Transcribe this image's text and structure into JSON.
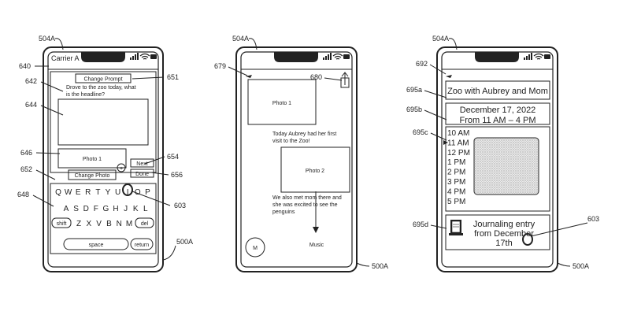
{
  "ref_labels": {
    "device_left": "504A",
    "device_mid": "504A",
    "device_right": "504A",
    "frame_left": "500A",
    "frame_mid": "500A",
    "frame_right": "500A",
    "l640": "640",
    "l642": "642",
    "l644": "644",
    "l646": "646",
    "l652": "652",
    "l648": "648",
    "l651": "651",
    "l654": "654",
    "l656": "656",
    "l603_left": "603",
    "l679": "679",
    "l680": "680",
    "l692": "692",
    "l695a": "695a",
    "l695b": "695b",
    "l695c": "695c",
    "l695d": "695d",
    "l603_right": "603"
  },
  "phone_left": {
    "carrier": "Carrier A",
    "change_prompt": "Change Prompt",
    "prompt_line1": "Drove to the zoo today, what",
    "prompt_line2": "is the headline?",
    "photo_label": "Photo 1",
    "change_photo": "Change Photo",
    "next": "Next",
    "done": "Done",
    "plus": "+",
    "keyboard_row1": [
      "Q",
      "W",
      "E",
      "R",
      "T",
      "Y",
      "U",
      "I",
      "O",
      "P"
    ],
    "keyboard_row2": [
      "A",
      "S",
      "D",
      "F",
      "G",
      "H",
      "J",
      "K",
      "L"
    ],
    "keyboard_row3": [
      "Z",
      "X",
      "V",
      "B",
      "N",
      "M"
    ],
    "shift": "shift",
    "del": "del",
    "space": "space",
    "return": "return"
  },
  "phone_mid": {
    "photo1": "Photo 1",
    "text1_line1": "Today Aubrey had her first",
    "text1_line2": "visit to the Zoo!",
    "photo2": "Photo 2",
    "text2_line1": "We also met mom there and",
    "text2_line2": "she was excited to see the",
    "text2_line3": "penguins",
    "avatar": "M",
    "music": "Music"
  },
  "phone_right": {
    "title": "Zoo with Aubrey and Mom",
    "date_line1": "December 17, 2022",
    "date_line2": "From 11 AM – 4 PM",
    "times": [
      "10 AM",
      "11 AM",
      "12 PM",
      "1 PM",
      "2 PM",
      "3 PM",
      "4 PM",
      "5 PM"
    ],
    "entry_line1": "Journaling entry",
    "entry_line2": "from December",
    "entry_line3": "17th"
  }
}
